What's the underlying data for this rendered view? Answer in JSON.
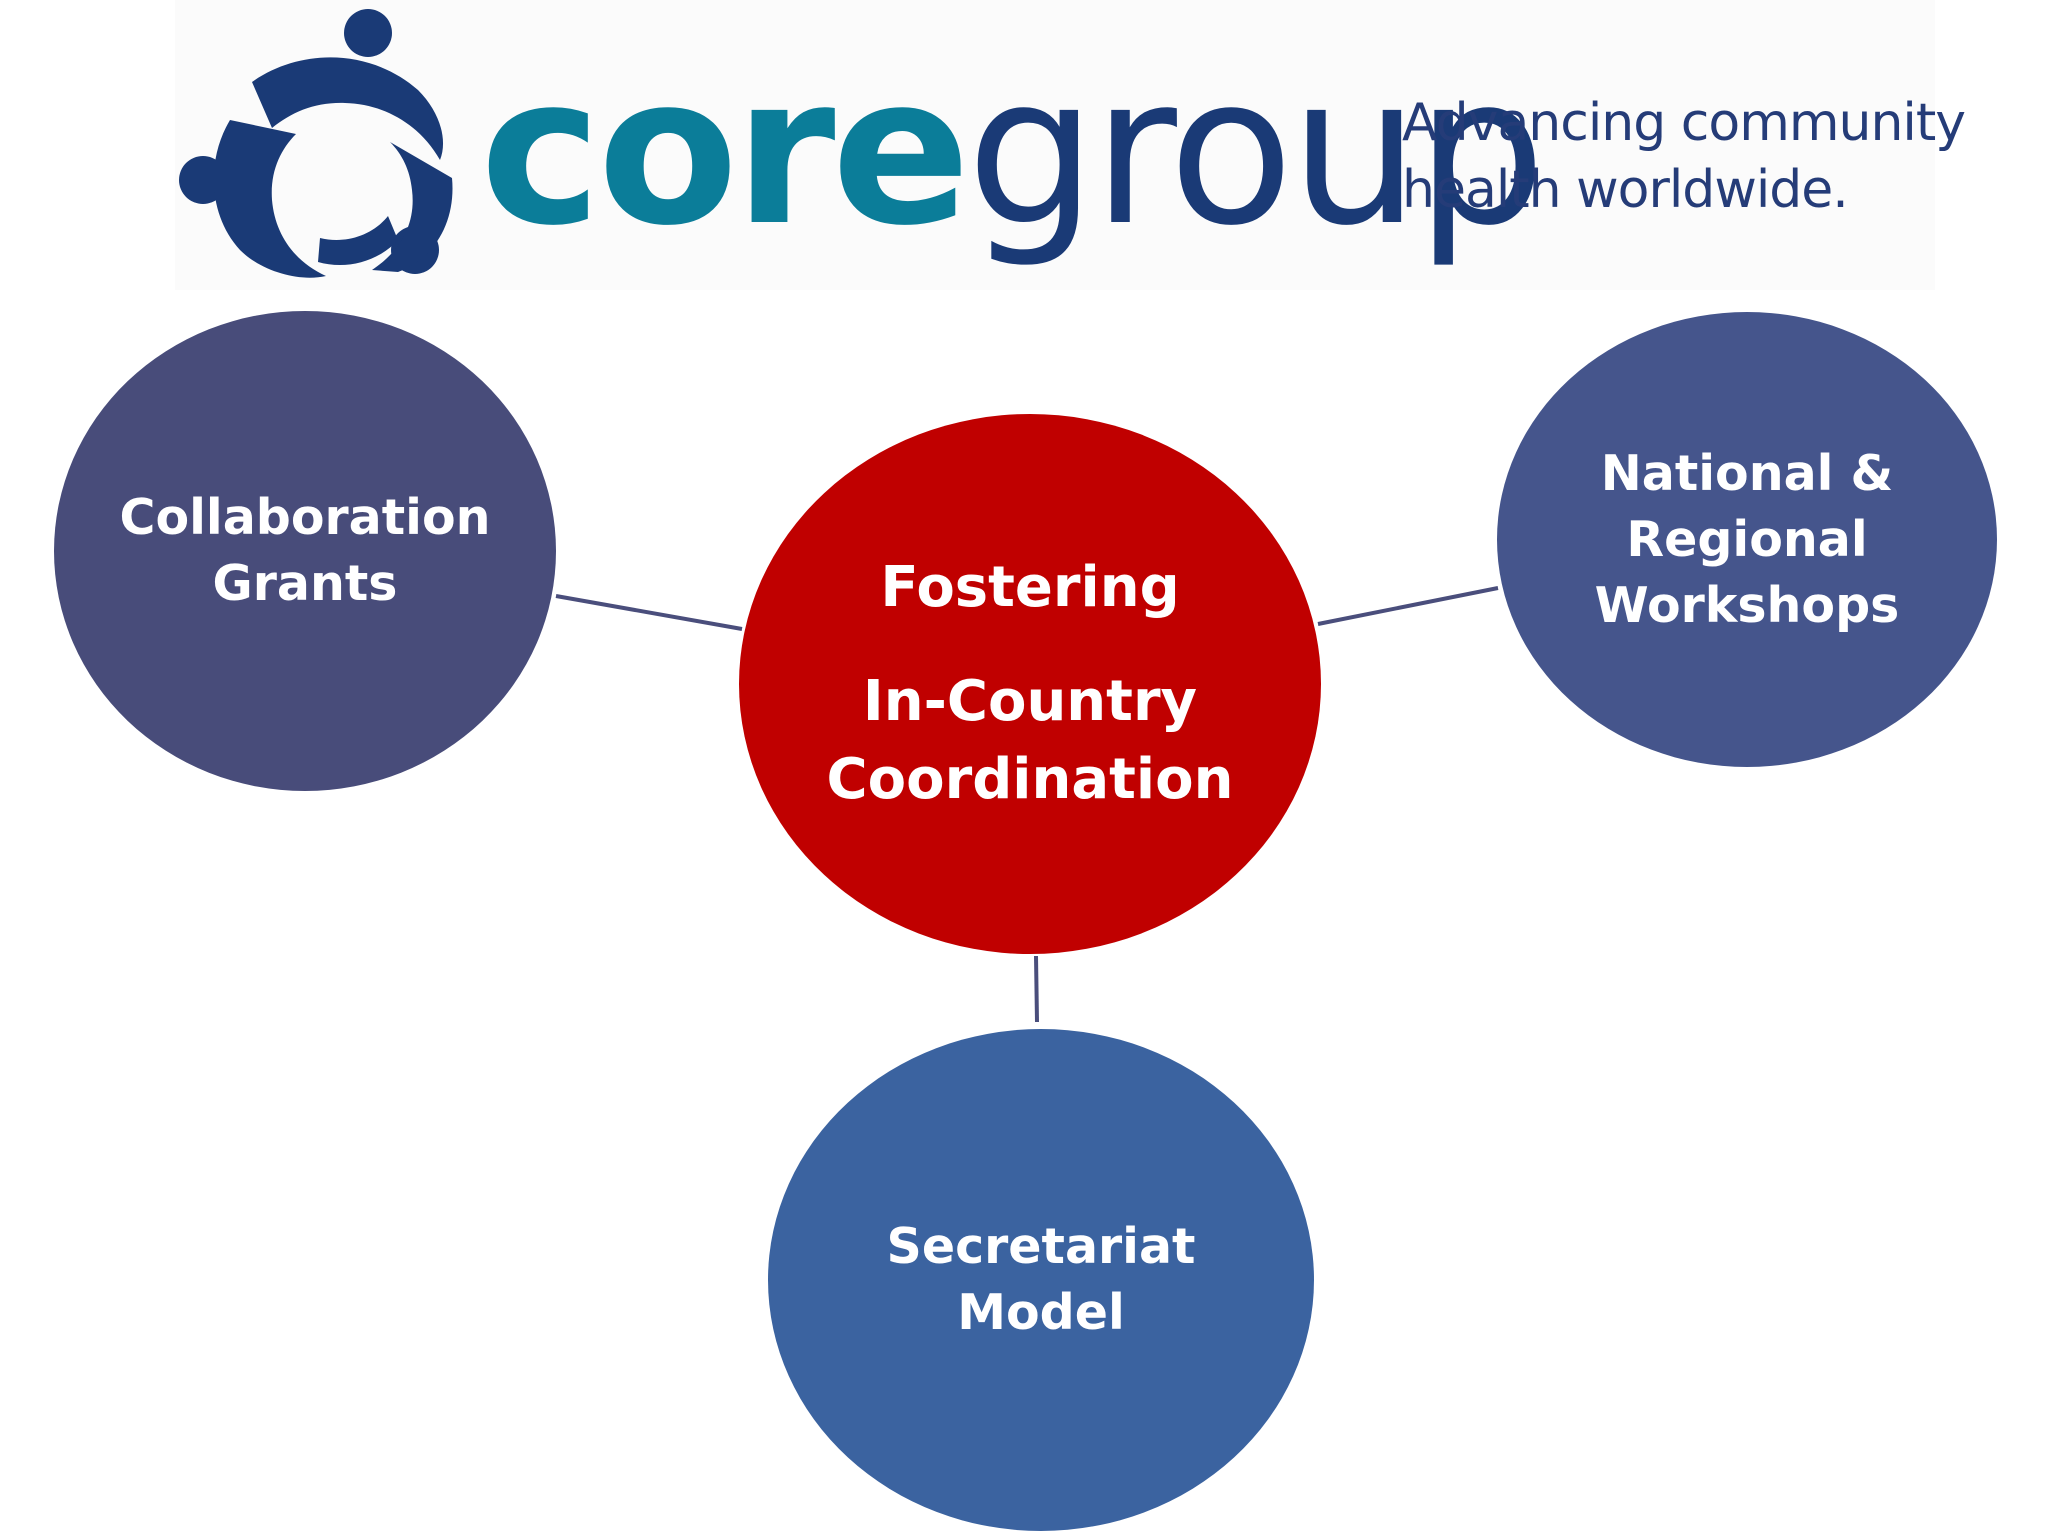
{
  "header": {
    "logo_word_primary": "core",
    "logo_word_secondary": "group",
    "tagline_line1": "Advancing community",
    "tagline_line2": "health worldwide."
  },
  "diagram": {
    "center": {
      "line1": "Fostering",
      "line2": "In-Country",
      "line3": "Coordination",
      "color": "#c00000"
    },
    "nodes": [
      {
        "id": "collaboration-grants",
        "line1": "Collaboration",
        "line2": "Grants",
        "color": "#484c7a"
      },
      {
        "id": "national-regional-workshops",
        "line1": "National &",
        "line2": "Regional",
        "line3": "Workshops",
        "color": "#45558c"
      },
      {
        "id": "secretariat-model",
        "line1": "Secretariat",
        "line2": "Model",
        "color": "#3b63a0"
      }
    ],
    "connector_color": "#4a4e7c"
  },
  "colors": {
    "logo_mark": "#1a3a76",
    "logo_core": "#0b7d99",
    "logo_group": "#1a3a76",
    "tagline": "#253c78",
    "background": "#ffffff"
  }
}
